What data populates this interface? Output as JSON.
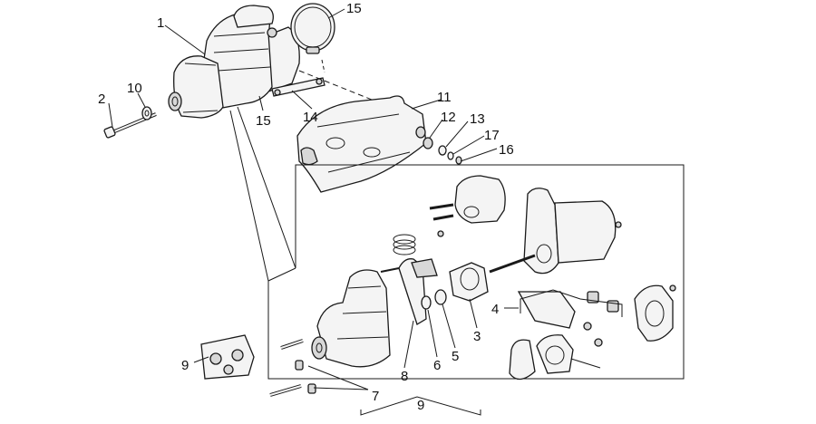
{
  "callouts": {
    "c1": "1",
    "c2": "2",
    "c10": "10",
    "c15a": "15",
    "c15b": "15",
    "c14": "14",
    "c11": "11",
    "c12": "12",
    "c13": "13",
    "c17": "17",
    "c16": "16",
    "c4": "4",
    "c3": "3",
    "c5": "5",
    "c6": "6",
    "c8": "8",
    "c7": "7",
    "c9a": "9",
    "c9b": "9"
  },
  "colors": {
    "line": "#1a1a1a",
    "fill": "#f4f4f4",
    "shade": "#d8d8d8"
  }
}
